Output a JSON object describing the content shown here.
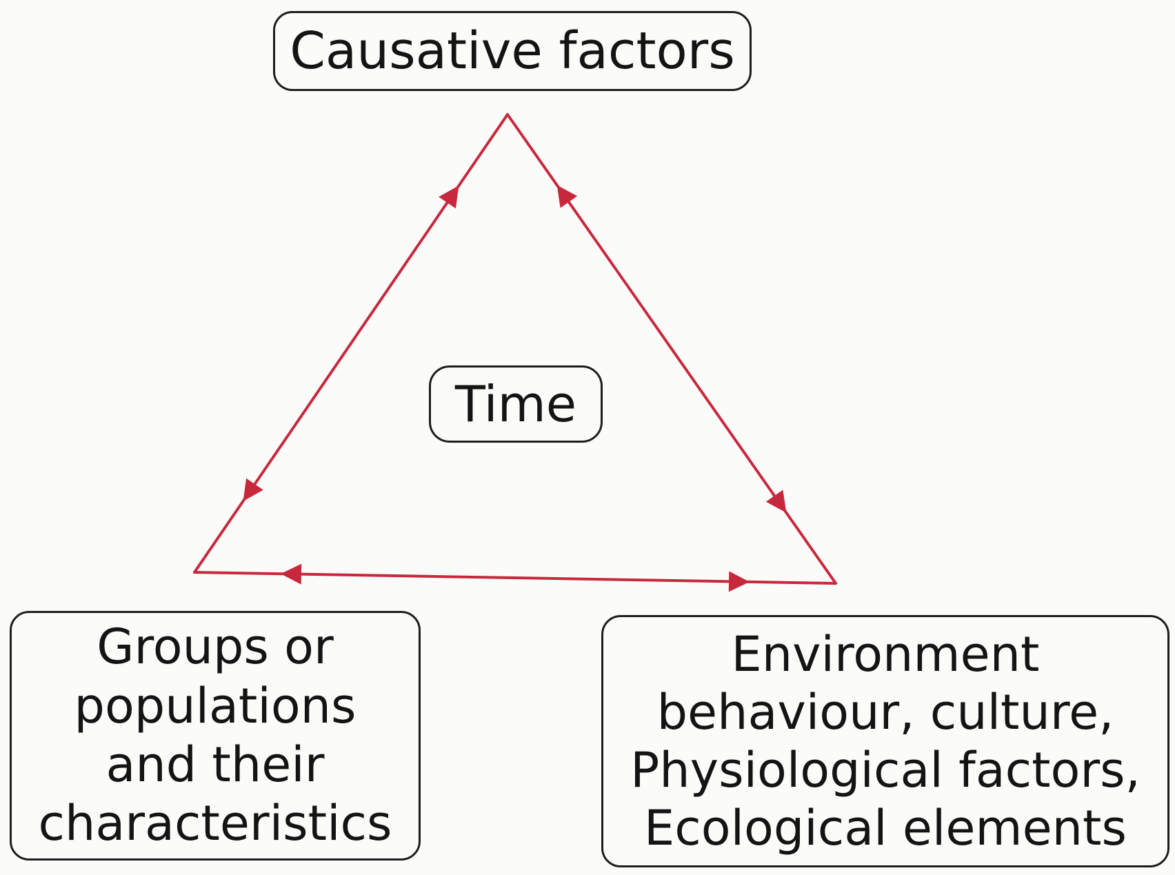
{
  "diagram": {
    "edge_color": "#c8283c",
    "nodes": {
      "causative": {
        "lines": [
          "Causative factors"
        ]
      },
      "time": {
        "lines": [
          "Time"
        ]
      },
      "groups": {
        "lines": [
          "Groups or",
          "populations",
          "and their",
          "characteristics"
        ]
      },
      "environment": {
        "lines": [
          "Environment",
          "behaviour, culture,",
          "Physiological factors,",
          "Ecological elements"
        ]
      }
    },
    "edges": [
      {
        "from": "causative",
        "to": "groups",
        "bidirectional": true
      },
      {
        "from": "causative",
        "to": "environment",
        "bidirectional": true
      },
      {
        "from": "groups",
        "to": "environment",
        "bidirectional": true
      }
    ]
  }
}
